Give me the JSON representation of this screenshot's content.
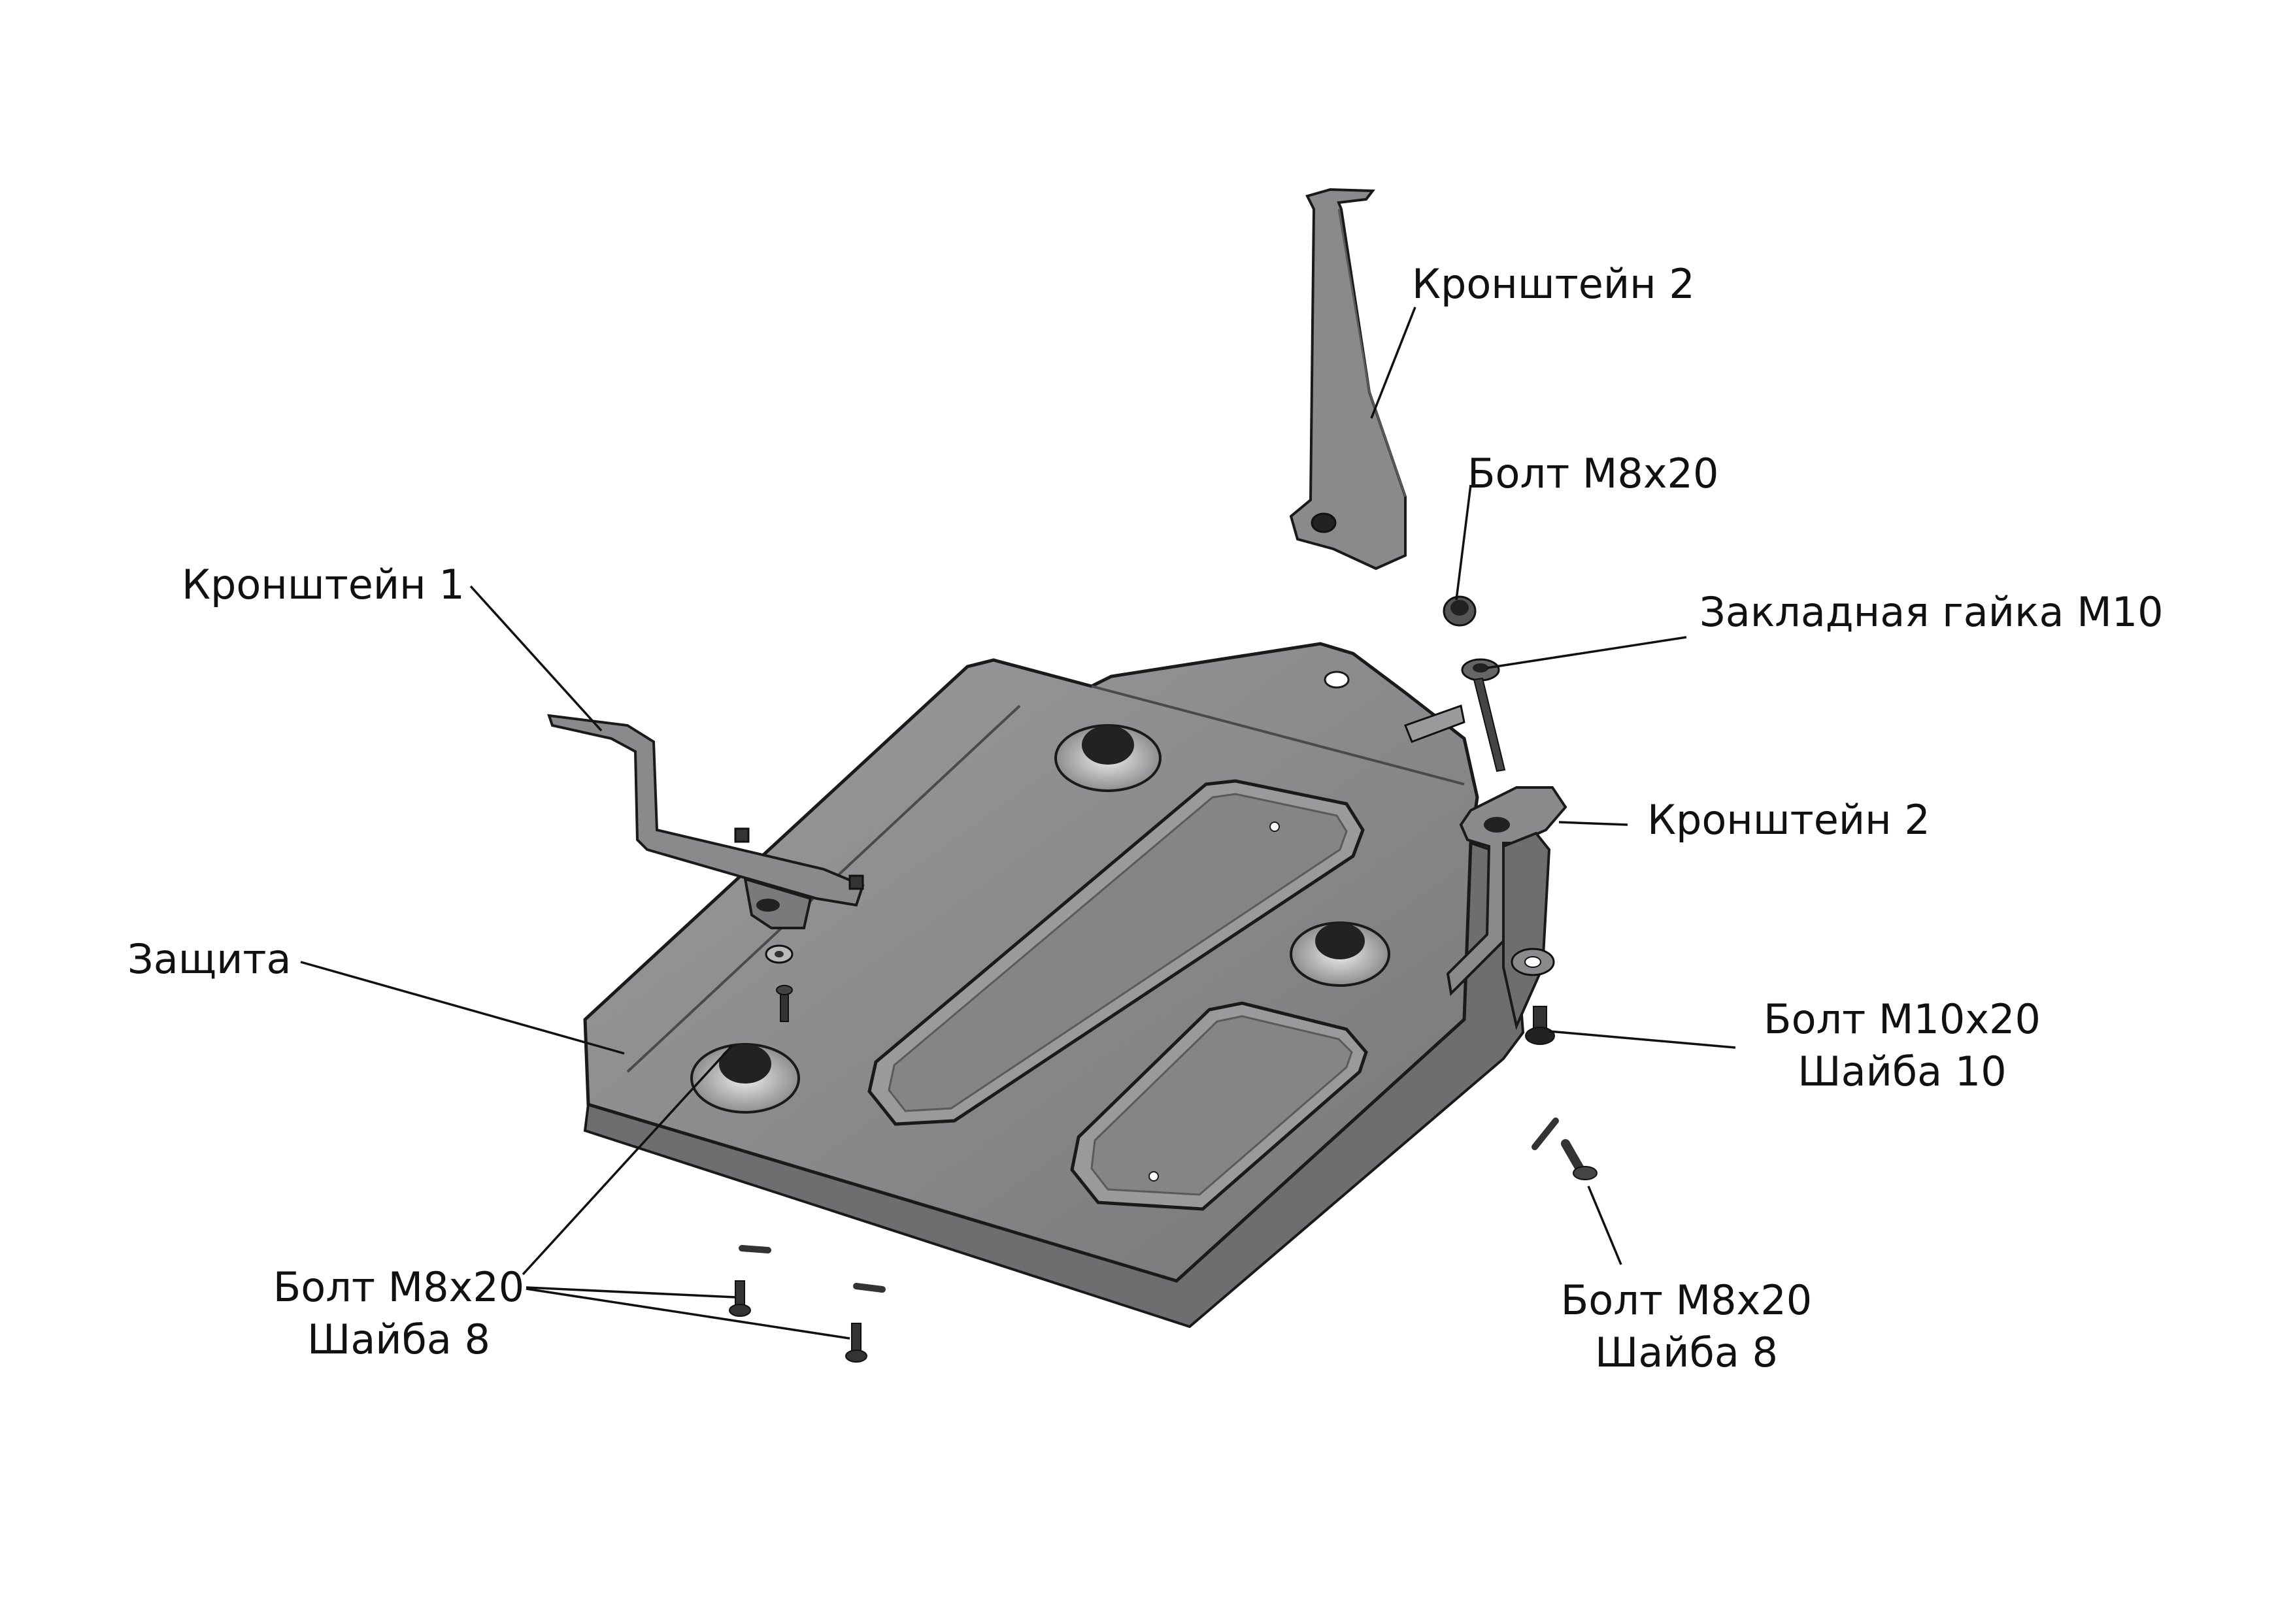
{
  "colors": {
    "metal_fill": "#8a8a8c",
    "metal_light": "#a9a9ab",
    "metal_dark": "#4a4a4c",
    "outline": "#1a1a1a",
    "leader": "#111111",
    "background": "#ffffff"
  },
  "labels": {
    "bracket2_top": "Кронштейн 2",
    "bolt_top": "Болт М8х20",
    "bracket1": "Кронштейн 1",
    "insert_nut": "Закладная гайка М10",
    "bracket2_side": "Кронштейн 2",
    "guard": "Защита",
    "bolt_m10": "Болт М10х20",
    "washer_10": "Шайба 10",
    "bolt_bottom_left": "Болт М8х20",
    "washer_8_left": "Шайба 8",
    "bolt_bottom_right": "Болт М8х20",
    "washer_8_right": "Шайба 8"
  }
}
